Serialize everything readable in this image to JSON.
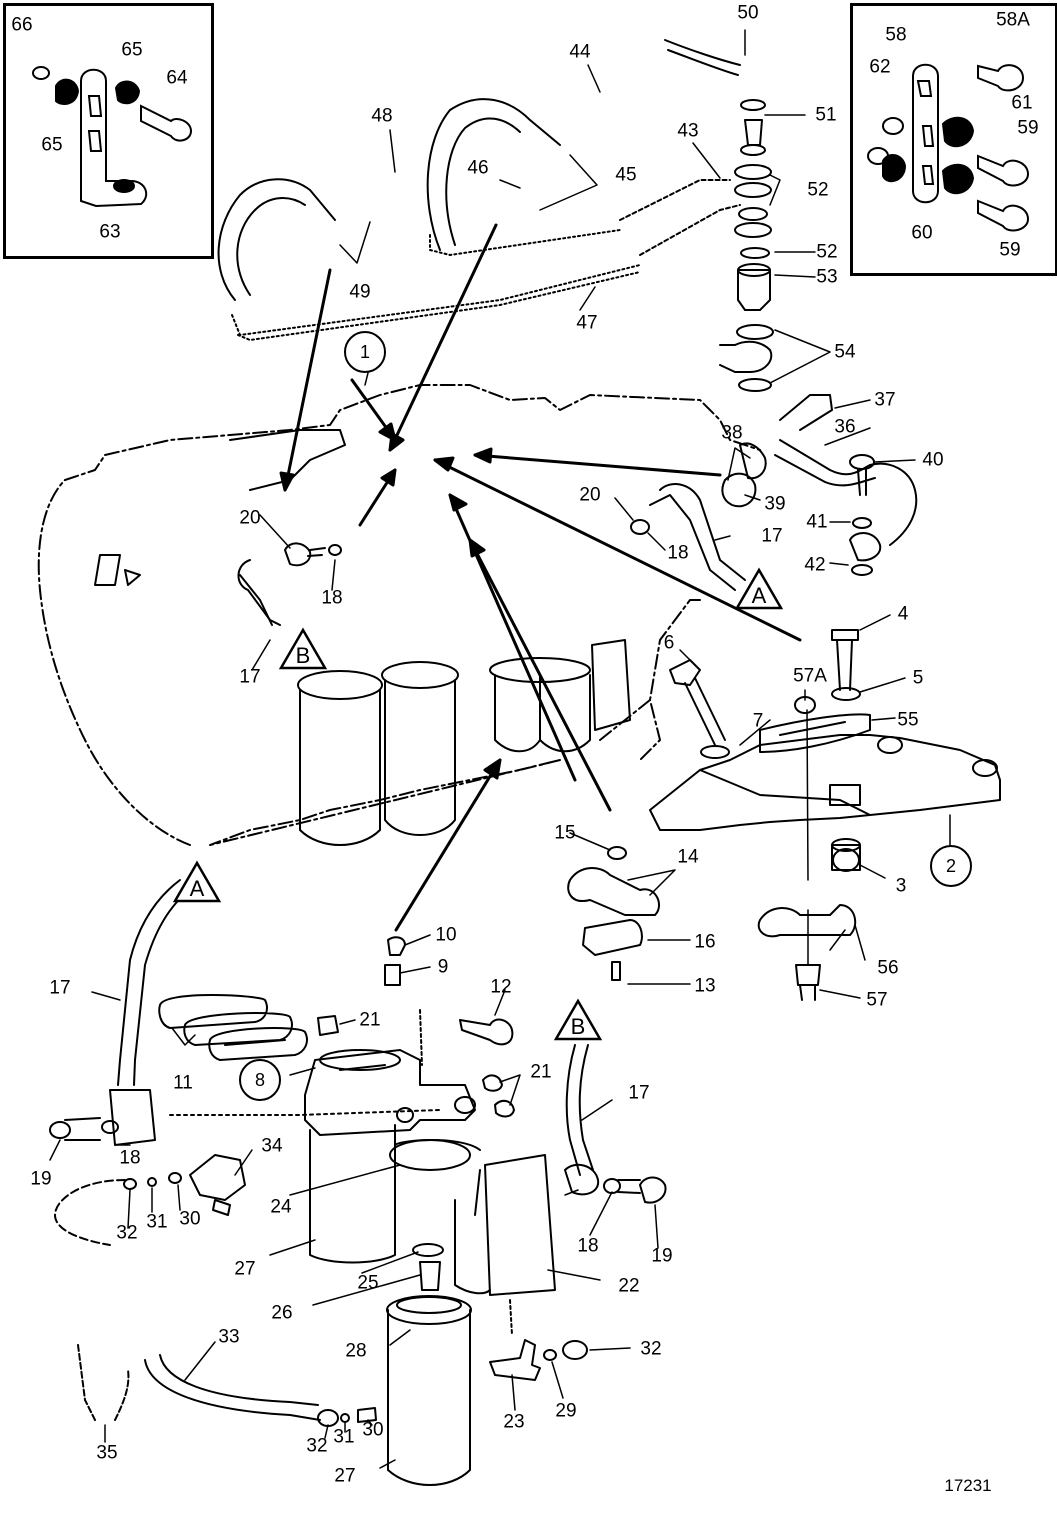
{
  "figure": {
    "number": "17231"
  },
  "insets": [
    {
      "id": "left",
      "callouts": [
        "66",
        "65",
        "64",
        "65",
        "63"
      ]
    },
    {
      "id": "right",
      "callouts": [
        "58",
        "58A",
        "62",
        "61",
        "59",
        "60",
        "59"
      ]
    }
  ],
  "circled_callouts": [
    "1",
    "2",
    "8"
  ],
  "connection_markers": [
    "A",
    "B",
    "A",
    "B"
  ],
  "callouts": [
    "66",
    "65",
    "64",
    "65",
    "63",
    "50",
    "44",
    "48",
    "51",
    "43",
    "45",
    "46",
    "52",
    "52",
    "53",
    "49",
    "47",
    "54",
    "58",
    "58A",
    "62",
    "61",
    "59",
    "60",
    "59",
    "37",
    "38",
    "36",
    "40",
    "20",
    "39",
    "41",
    "17",
    "18",
    "42",
    "20",
    "18",
    "17",
    "4",
    "6",
    "57A",
    "5",
    "55",
    "7",
    "15",
    "14",
    "3",
    "16",
    "56",
    "10",
    "9",
    "13",
    "57",
    "17",
    "12",
    "21",
    "11",
    "21",
    "17",
    "18",
    "34",
    "19",
    "32",
    "31",
    "30",
    "24",
    "18",
    "19",
    "27",
    "25",
    "22",
    "26",
    "28",
    "33",
    "32",
    "29",
    "23",
    "32",
    "31",
    "30",
    "35",
    "27"
  ]
}
